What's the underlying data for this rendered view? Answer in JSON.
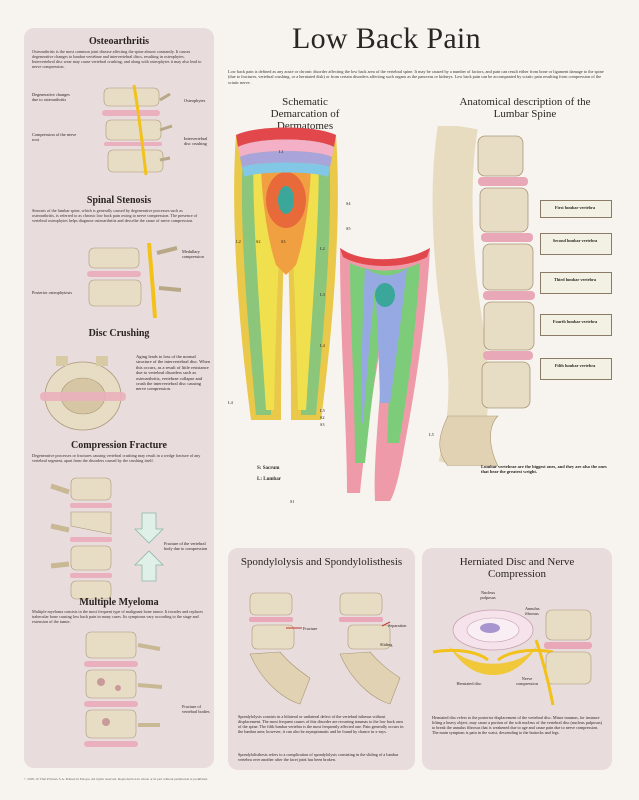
{
  "title": "Low Back Pain",
  "intro": "Low back pain is defined as any acute or chronic disorder affecting the low back area of the vertebral spine. It may be caused by a number of factors, and pain can result either from bone or ligament damage to the spine (due to fractures, vertebral crushing, or a herniated disk) or from certain disorders affecting such organs as the pancreas or kidneys. Low back pain can be accompanied by sciatic pain resulting from compression of the sciatic nerve.",
  "osteoarthritis": {
    "title": "Osteoarthritis",
    "text": "Osteoarthritis is the most common joint disease affecting the spine almost constantly. It causes degenerative changes to lumbar vertebrae and intervertebral discs, resulting in osteophytes. Intervertebral disc wear may cause vertebral crushing, and along with osteophytes it may also lead to nerve compression.",
    "labels": [
      "Degenerative changes due to osteoarthritis",
      "Osteophytes",
      "Compression of the nerve root",
      "Intervertebral disc crushing"
    ]
  },
  "spinal_stenosis": {
    "title": "Spinal Stenosis",
    "text": "Stenosis of the lumbar spine, which is generally caused by degenerative processes such as osteoarthritis, is referred to as chronic low back pain owing to nerve compression. The presence of vertebral osteophytes helps diagnose osteoarthritis and describe the cause of nerve compression.",
    "labels": [
      "Medullary compression",
      "Posterior osteophytosis"
    ]
  },
  "disc_crushing": {
    "title": "Disc Crushing",
    "text": "Aging leads to loss of the normal structure of the intervertebral disc. When this occurs, as a result of little resistance due to vertebral disorders such as osteoarthritis, vertebrae collapse and crush the intervertebral disc causing nerve compression."
  },
  "compression_fracture": {
    "title": "Compression Fracture",
    "text": "Degenerative processes or fractures causing vertebral crushing may result in a wedge fracture of any vertebral segment, apart from the disorders caused by the crushing itself.",
    "labels": [
      "Fracture of the vertebral body due to compression"
    ]
  },
  "multiple_myeloma": {
    "title": "Multiple Myeloma",
    "text": "Multiple myeloma consists in the most frequent type of malignant bone tumor. It invades and replaces trabecular bone causing low back pain in many cases. Its symptoms vary according to the stage and extension of the tumor.",
    "labels": [
      "Fracture of vertebral bodies"
    ]
  },
  "dermatomes": {
    "title": "Schematic Demarcation of Dermatomes",
    "labels": [
      "L1",
      "L2",
      "L3",
      "L4",
      "L5",
      "S1",
      "S2",
      "S3",
      "S4",
      "S5",
      "L4",
      "L5",
      "S2",
      "S3",
      "L2",
      "L3",
      "L4",
      "L5",
      "S1",
      "S2"
    ],
    "legend": [
      "S: Sacrum",
      "L: Lumbar"
    ]
  },
  "lumbar_spine": {
    "title": "Anatomical description of the Lumbar Spine",
    "labels": [
      "First lumbar vertebra",
      "Second lumbar vertebra",
      "Third lumbar vertebra",
      "Fourth lumbar vertebra",
      "Fifth lumbar vertebra"
    ],
    "caption": "Lumbar vertebrae are the biggest ones, and they are also the ones that bear the greatest weight."
  },
  "spondylolysis": {
    "title": "Spondylolysis and Spondylolisthesis",
    "labels": [
      "Fracture",
      "Separation",
      "Sliding"
    ],
    "text1": "Spondylolysis consists in a bilateral or unilateral defect of the vertebral isthmus without displacement. The most frequent causes of this disorder are recurring traumas to the low back area of the spine. The fifth lumbar vertebra is the most frequently affected one. Pain generally occurs in the lumbar area; however, it can also be asymptomatic and be found by chance in x-rays.",
    "text2": "Spondylolisthesis refers to a complication of spondylolysis consisting in the sliding of a lumbar vertebra over another after the facet joint has been broken."
  },
  "herniated": {
    "title": "Herniated Disc and Nerve Compression",
    "labels": [
      "Nucleus pulposus",
      "Annulus fibrosus",
      "Herniated disc",
      "Nerve compression"
    ],
    "text": "Herniated disc refers to the posterior displacement of the vertebral disc. Minor traumas, for instance lifting a heavy object, may cause a portion of the soft nucleus of the vertebral disc (nucleus pulposus) to break the annulus fibrosus that is weakened due to age and cause pain due to nerve compression. The main symptom is pain in the waist, descending to the buttocks and legs."
  },
  "footer": "© 2005-10 Vital Pictures S.A. Printed in Europe. All rights reserved. Reproduction in whole or in part without permission is prohibited.",
  "colors": {
    "panel": "#e9dcdc",
    "bone": "#e8dcc0",
    "disc": "#e9a8b8",
    "nerve": "#f2c21b"
  }
}
